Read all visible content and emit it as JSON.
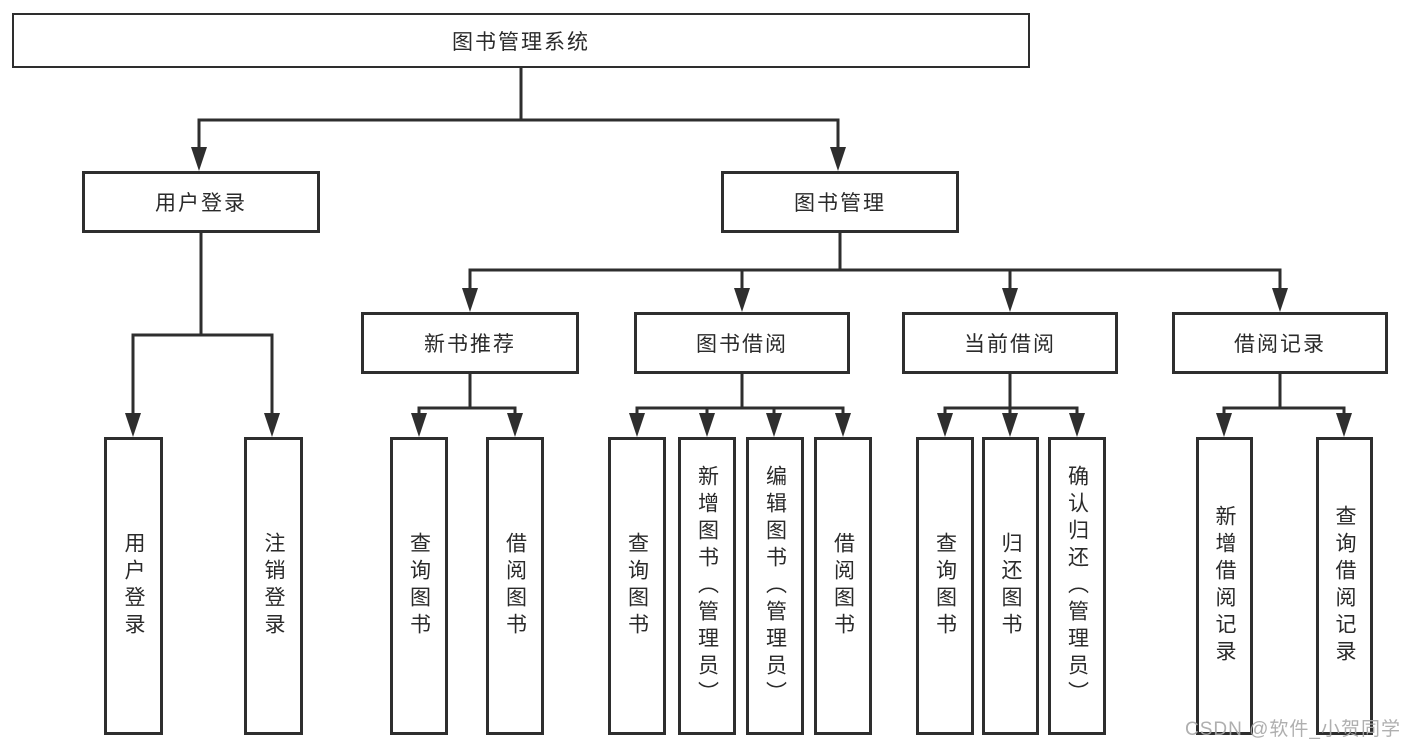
{
  "diagram": {
    "type": "hierarchy-tree",
    "colors": {
      "line": "#2e2e2e",
      "box_border": "#2e2e2e",
      "text": "#2a2a2a",
      "background": "#ffffff",
      "watermark": "#a8a8a8"
    },
    "nodes": {
      "root": "图书管理系统",
      "user_login_group": "用户登录",
      "book_management": "图书管理",
      "new_book_recommend": "新书推荐",
      "book_borrow": "图书借阅",
      "current_borrow": "当前借阅",
      "borrow_records": "借阅记录",
      "user_login": "用户登录",
      "logout_login": "注销登录",
      "recommend_query_books": "查询图书",
      "recommend_borrow_books": "借阅图书",
      "borrow_query_books": "查询图书",
      "borrow_add_books": "新增图书（管理员）",
      "borrow_edit_books": "编辑图书（管理员）",
      "borrow_borrow_books": "借阅图书",
      "current_query_books": "查询图书",
      "current_return_books": "归还图书",
      "current_confirm_return": "确认归还（管理员）",
      "records_add_record": "新增借阅记录",
      "records_query_record": "查询借阅记录"
    },
    "edges": [
      [
        "root",
        "user_login_group"
      ],
      [
        "root",
        "book_management"
      ],
      [
        "user_login_group",
        "user_login"
      ],
      [
        "user_login_group",
        "logout_login"
      ],
      [
        "book_management",
        "new_book_recommend"
      ],
      [
        "book_management",
        "book_borrow"
      ],
      [
        "book_management",
        "current_borrow"
      ],
      [
        "book_management",
        "borrow_records"
      ],
      [
        "new_book_recommend",
        "recommend_query_books"
      ],
      [
        "new_book_recommend",
        "recommend_borrow_books"
      ],
      [
        "book_borrow",
        "borrow_query_books"
      ],
      [
        "book_borrow",
        "borrow_add_books"
      ],
      [
        "book_borrow",
        "borrow_edit_books"
      ],
      [
        "book_borrow",
        "borrow_borrow_books"
      ],
      [
        "current_borrow",
        "current_query_books"
      ],
      [
        "current_borrow",
        "current_return_books"
      ],
      [
        "current_borrow",
        "current_confirm_return"
      ],
      [
        "borrow_records",
        "records_add_record"
      ],
      [
        "borrow_records",
        "records_query_record"
      ]
    ]
  },
  "watermark": {
    "text": "CSDN @软件_小贺同学"
  }
}
